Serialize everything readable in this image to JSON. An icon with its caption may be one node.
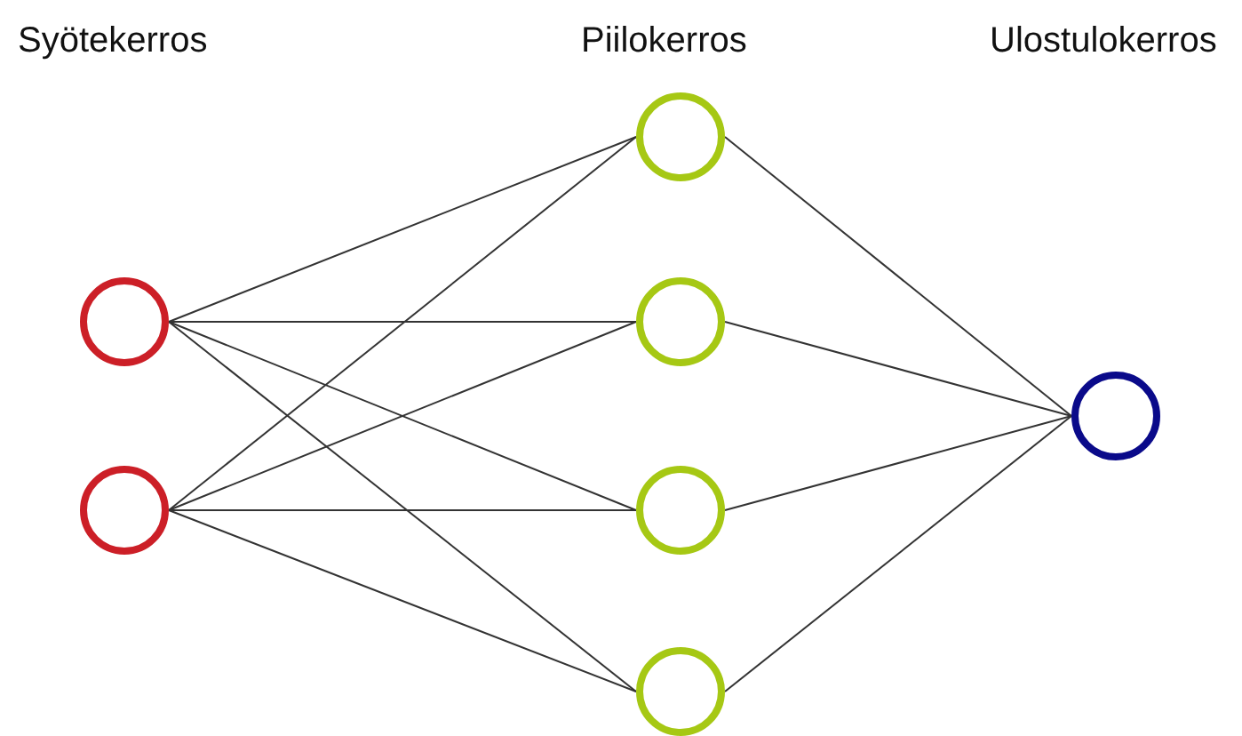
{
  "diagram": {
    "nodes": [
      {
        "text": [],
        "shape": "circle"
      },
      {
        "text": [],
        "shape": "circle"
      },
      {
        "text": [],
        "shape": "circle"
      },
      {
        "text": [],
        "shape": "circle"
      },
      {
        "text": [],
        "shape": "circle"
      },
      {
        "text": [],
        "shape": "circle"
      },
      {
        "text": [],
        "shape": "circle"
      }
    ],
    "edges": [
      {
        "from": 0,
        "to": 2,
        "arrow": "none"
      },
      {
        "from": 0,
        "to": 3,
        "arrow": "none"
      },
      {
        "from": 0,
        "to": 4,
        "arrow": "none"
      },
      {
        "from": 0,
        "to": 5,
        "arrow": "none"
      },
      {
        "from": 1,
        "to": 2,
        "arrow": "none"
      },
      {
        "from": 1,
        "to": 3,
        "arrow": "none"
      },
      {
        "from": 1,
        "to": 4,
        "arrow": "none"
      },
      {
        "from": 1,
        "to": 5,
        "arrow": "none"
      },
      {
        "from": 2,
        "to": 6,
        "arrow": "none"
      },
      {
        "from": 3,
        "to": 6,
        "arrow": "none"
      },
      {
        "from": 4,
        "to": 6,
        "arrow": "none"
      },
      {
        "from": 5,
        "to": 6,
        "arrow": "none"
      }
    ],
    "labels": [
      "Syötekerros",
      "Piilokerros",
      "Ulostulokerros"
    ]
  }
}
